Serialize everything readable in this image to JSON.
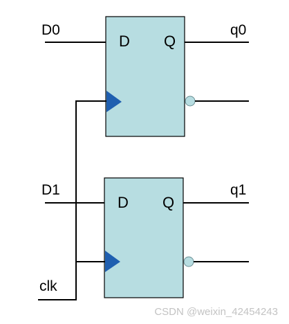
{
  "colors": {
    "block_fill": "#b7dde1",
    "clock_marker": "#1f5fb0",
    "wire": "#000000"
  },
  "flip_flops": [
    {
      "d_pin": "D",
      "q_pin": "Q",
      "input_signal": "D0",
      "output_signal": "q0"
    },
    {
      "d_pin": "D",
      "q_pin": "Q",
      "input_signal": "D1",
      "output_signal": "q1"
    }
  ],
  "clock_signal": "clk",
  "watermark": "CSDN @weixin_42454243"
}
